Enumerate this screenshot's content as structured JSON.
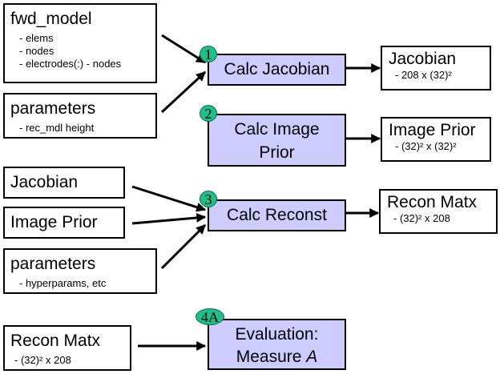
{
  "colors": {
    "process_fill": "#ccccff",
    "badge_fill": "#1fbf8a",
    "stroke": "#000000"
  },
  "inputs": {
    "fwd_model": {
      "title": "fwd_model",
      "items": [
        "- elems",
        "- nodes",
        "- electrodes(:) - nodes"
      ]
    },
    "parameters_1": {
      "title": "parameters",
      "items": [
        "- rec_mdl height"
      ]
    },
    "jacobian": {
      "title": "Jacobian"
    },
    "image_prior": {
      "title": "Image Prior"
    },
    "parameters_2": {
      "title": "parameters",
      "items": [
        "- hyperparams, etc"
      ]
    },
    "recon_matx": {
      "title": "Recon Matx",
      "items": [
        "- (32)² x 208"
      ]
    }
  },
  "steps": {
    "calc_jacobian": {
      "badge": "1",
      "label": "Calc Jacobian"
    },
    "calc_image_prior": {
      "badge": "2",
      "line1": "Calc Image",
      "line2": "Prior"
    },
    "calc_reconst": {
      "badge": "3",
      "label": "Calc Reconst"
    },
    "evaluation": {
      "badge": "4A",
      "line1": "Evaluation:",
      "line2_prefix": "Measure ",
      "line2_italic": "A"
    }
  },
  "outputs": {
    "jacobian": {
      "title": "Jacobian",
      "sub": "- 208 x (32)²"
    },
    "image_prior": {
      "title": "Image Prior",
      "sub": "- (32)² x (32)²"
    },
    "recon_matx": {
      "title": "Recon Matx",
      "sub": "- (32)² x 208"
    }
  }
}
